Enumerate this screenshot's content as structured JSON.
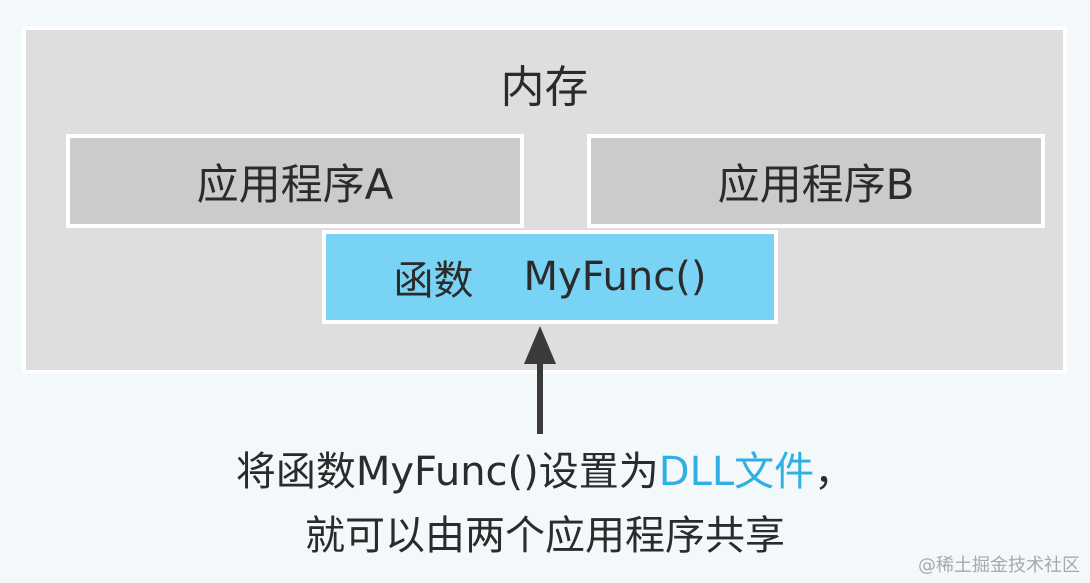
{
  "memory": {
    "title": "内存"
  },
  "app_a": {
    "label": "应用程序A"
  },
  "app_b": {
    "label": "应用程序B"
  },
  "function_box": {
    "prefix": "函数",
    "name": "MyFunc()"
  },
  "caption": {
    "line1_before": "将函数MyFunc()设置为",
    "line1_highlight": "DLL文件",
    "line1_after": "，",
    "line2": "就可以由两个应用程序共享"
  },
  "watermark": "@稀土掘金技术社区",
  "colors": {
    "memory_bg": "#dedede",
    "app_bg": "#cbcbcb",
    "function_bg": "#79d3f5",
    "highlight": "#2fb0e4",
    "arrow": "#3a3a3a"
  }
}
